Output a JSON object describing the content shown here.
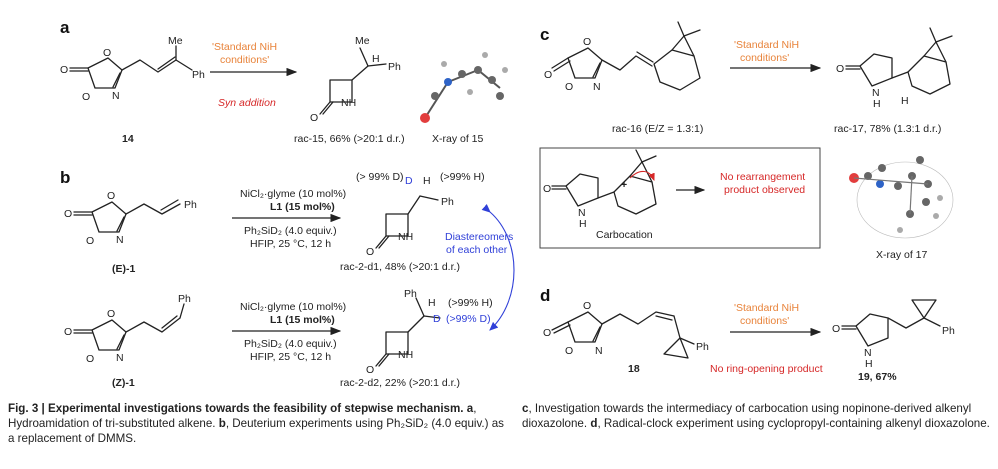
{
  "panels": {
    "a": {
      "label": "a",
      "substrate_me": "Me",
      "substrate_ph": "Ph",
      "substrate_id": "14",
      "conditions_line1": "'Standard NiH",
      "conditions_line2": "conditions'",
      "syn_note": "Syn addition",
      "product_me": "Me",
      "product_h": "H",
      "product_ph": "Ph",
      "product_nh": "NH",
      "product_text": "rac-15, 66% (>20:1 d.r.)",
      "xray_text": "X-ray of 15"
    },
    "b": {
      "label": "b",
      "top_substrate_ph": "Ph",
      "top_substrate_id": "(E)-1",
      "top_cond_1": "NiCl₂·glyme (10 mol%)",
      "top_cond_2": "L1 (15 mol%)",
      "top_cond_3": "Ph₂SiD₂ (4.0 equiv.)",
      "top_cond_4": "HFIP, 25 °C, 12 h",
      "top_d_pct": "(> 99% D)",
      "top_h_pct": "(>99% H)",
      "top_d": "D",
      "top_h": "H",
      "top_ph": "Ph",
      "top_nh": "NH",
      "top_product_text": "rac-2-d1, 48% (>20:1 d.r.)",
      "diastereomers_1": "Diastereomers",
      "diastereomers_2": "of each other",
      "bot_substrate_ph": "Ph",
      "bot_substrate_id": "(Z)-1",
      "bot_cond_1": "NiCl₂·glyme (10 mol%)",
      "bot_cond_2": "L1 (15 mol%)",
      "bot_cond_3": "Ph₂SiD₂ (4.0 equiv.)",
      "bot_cond_4": "HFIP, 25 °C, 12 h",
      "bot_ph": "Ph",
      "bot_h": "H",
      "bot_h_pct": "(>99% H)",
      "bot_d": "D",
      "bot_d_pct": "(>99% D)",
      "bot_nh": "NH",
      "bot_product_text": "rac-2-d2, 22% (>20:1 d.r.)"
    },
    "c": {
      "label": "c",
      "conditions_line1": "'Standard NiH",
      "conditions_line2": "conditions'",
      "substrate_text": "rac-16 (E/Z = 1.3:1)",
      "product_n": "N",
      "product_h1": "H",
      "product_h2": "H",
      "product_text": "rac-17, 78% (1.3:1 d.r.)",
      "box_n": "N",
      "box_h": "H",
      "box_plus": "+",
      "box_label": "Carbocation",
      "box_result_1": "No rearrangement",
      "box_result_2": "product observed",
      "xray_text": "X-ray of 17"
    },
    "d": {
      "label": "d",
      "substrate_ph": "Ph",
      "substrate_id": "18",
      "conditions_line1": "'Standard NiH",
      "conditions_line2": "conditions'",
      "no_ring_opening": "No ring-opening product",
      "product_n": "N",
      "product_h": "H",
      "product_ph": "Ph",
      "product_text": "19, 67%"
    }
  },
  "atoms": {
    "O": "O",
    "N": "N"
  },
  "caption": {
    "left_bold": "Fig. 3 | Experimental investigations towards the feasibility of stepwise mechanism.",
    "left_a_label": "a",
    "left_a_text": ", Hydroamidation of tri-substituted alkene.",
    "left_b_label": "b",
    "left_b_text": ", Deuterium experiments using Ph₂SiD₂ (4.0 equiv.) as a replacement of DMMS.",
    "right_c_label": "c",
    "right_c_text": ", Investigation towards the intermediacy of carbocation using nopinone-derived alkenyl dioxazolone.",
    "right_d_label": "d",
    "right_d_text": ", Radical-clock experiment using cyclopropyl-containing alkenyl dioxazolone."
  },
  "colors": {
    "orange": "#e8833a",
    "red": "#d62828",
    "blue": "#3040d8",
    "text": "#222222"
  }
}
